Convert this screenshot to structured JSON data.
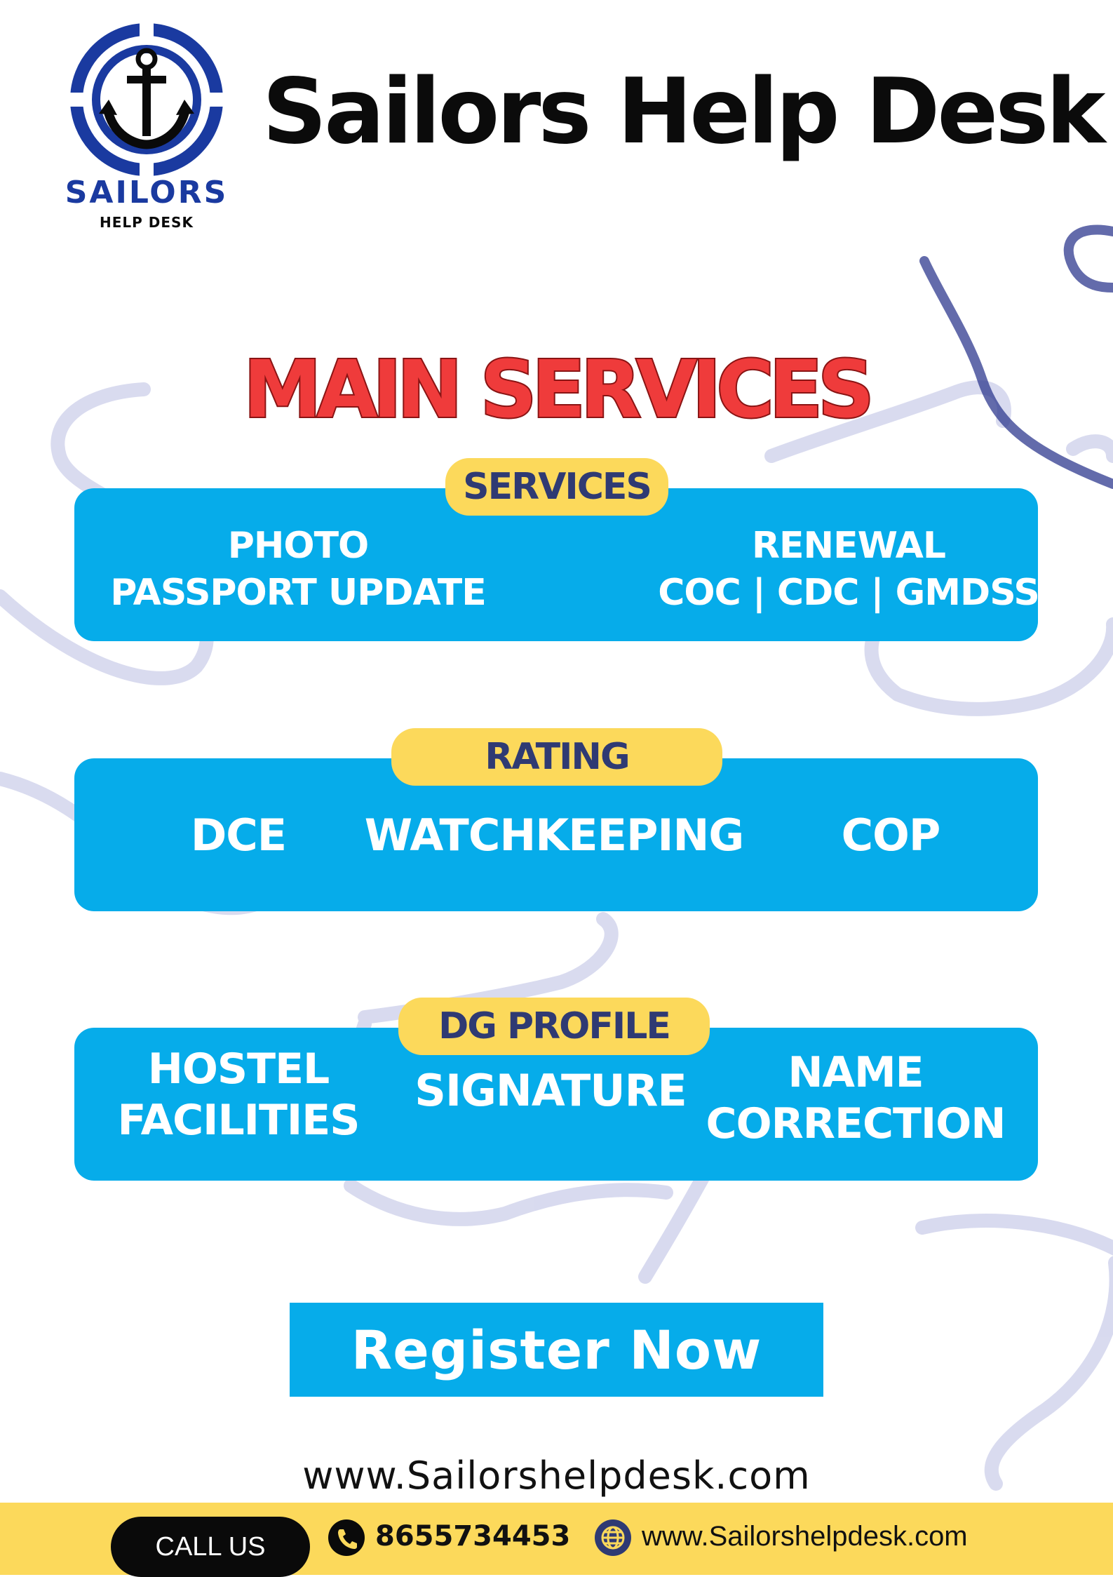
{
  "brand": {
    "logo_text": "SAILORS",
    "logo_subtext": "HELP DESK",
    "name": "Sailors Help Desk"
  },
  "main_title": "MAIN SERVICES",
  "sections": [
    {
      "tag": "SERVICES",
      "items": [
        {
          "lines": [
            "PHOTO",
            "PASSPORT UPDATE"
          ]
        },
        {
          "lines": [
            "RENEWAL",
            "COC | CDC | GMDSS"
          ]
        }
      ]
    },
    {
      "tag": "RATING",
      "items": [
        {
          "lines": [
            "DCE"
          ]
        },
        {
          "lines": [
            "WATCHKEEPING"
          ]
        },
        {
          "lines": [
            "COP"
          ]
        }
      ]
    },
    {
      "tag": "DG PROFILE",
      "items": [
        {
          "lines": [
            "HOSTEL",
            "FACILITIES"
          ]
        },
        {
          "lines": [
            "SIGNATURE"
          ]
        },
        {
          "lines": [
            "NAME",
            "CORRECTION"
          ]
        }
      ]
    }
  ],
  "cta": {
    "label": "Register Now"
  },
  "website": "www.Sailorshelpdesk.com",
  "footer": {
    "call_label": "CALL US",
    "phone": "8655734453",
    "website": "www.Sailorshelpdesk.com",
    "phone_icon": "phone-icon",
    "web_icon": "globe-icon"
  },
  "colors": {
    "accent_blue": "#06acea",
    "pill_yellow": "#fcd95b",
    "title_red": "#ef3b3b",
    "logo_blue": "#1a3aa0",
    "rope": "#b9bde2"
  }
}
